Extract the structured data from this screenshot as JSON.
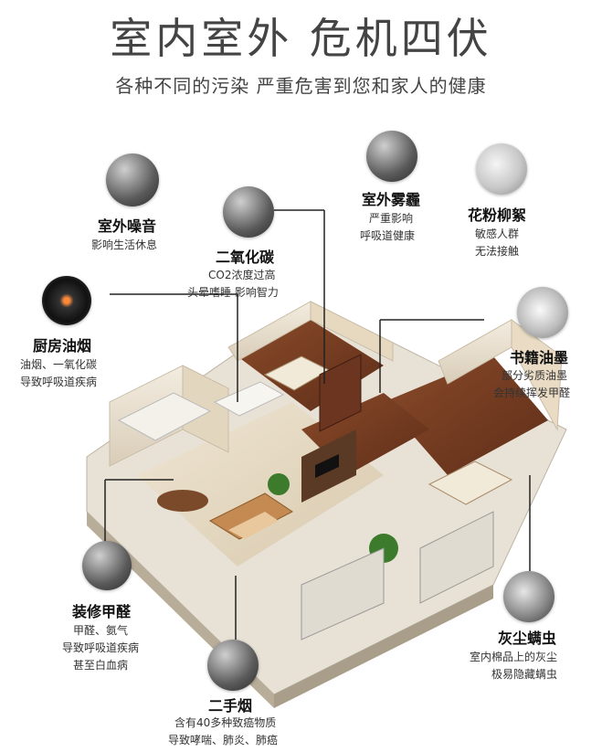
{
  "header": {
    "title": "室内室外 危机四伏",
    "subtitle": "各种不同的污染 严重危害到您和家人的健康"
  },
  "hazards": [
    {
      "id": "outdoor-noise",
      "name": "室外噪音",
      "lines": [
        "影响生活休息"
      ],
      "icon": "noise-icon"
    },
    {
      "id": "co2",
      "name": "二氧化碳",
      "lines": [
        "CO2浓度过高",
        "头晕嗜睡 影响智力"
      ],
      "icon": "co2-icon"
    },
    {
      "id": "smog",
      "name": "室外雾霾",
      "lines": [
        "严重影响",
        "呼吸道健康"
      ],
      "icon": "smog-icon"
    },
    {
      "id": "pollen",
      "name": "花粉柳絮",
      "lines": [
        "敏感人群",
        "无法接触"
      ],
      "icon": "pollen-icon"
    },
    {
      "id": "kitchen-fumes",
      "name": "厨房油烟",
      "lines": [
        "油烟、一氧化碳",
        "导致呼吸道疾病"
      ],
      "icon": "stove-icon"
    },
    {
      "id": "book-ink",
      "name": "书籍油墨",
      "lines": [
        "部分劣质油墨",
        "会持续挥发甲醛"
      ],
      "icon": "book-icon"
    },
    {
      "id": "formaldehyde",
      "name": "装修甲醛",
      "lines": [
        "甲醛、氨气",
        "导致呼吸道疾病",
        "甚至白血病"
      ],
      "icon": "paint-icon"
    },
    {
      "id": "dust-mites",
      "name": "灰尘螨虫",
      "lines": [
        "室内棉品上的灰尘",
        "极易隐藏螨虫"
      ],
      "icon": "mite-icon"
    },
    {
      "id": "secondhand-smoke",
      "name": "二手烟",
      "lines": [
        "含有40多种致癌物质",
        "导致哮喘、肺炎、肺癌"
      ],
      "icon": "cigarette-icon"
    }
  ]
}
